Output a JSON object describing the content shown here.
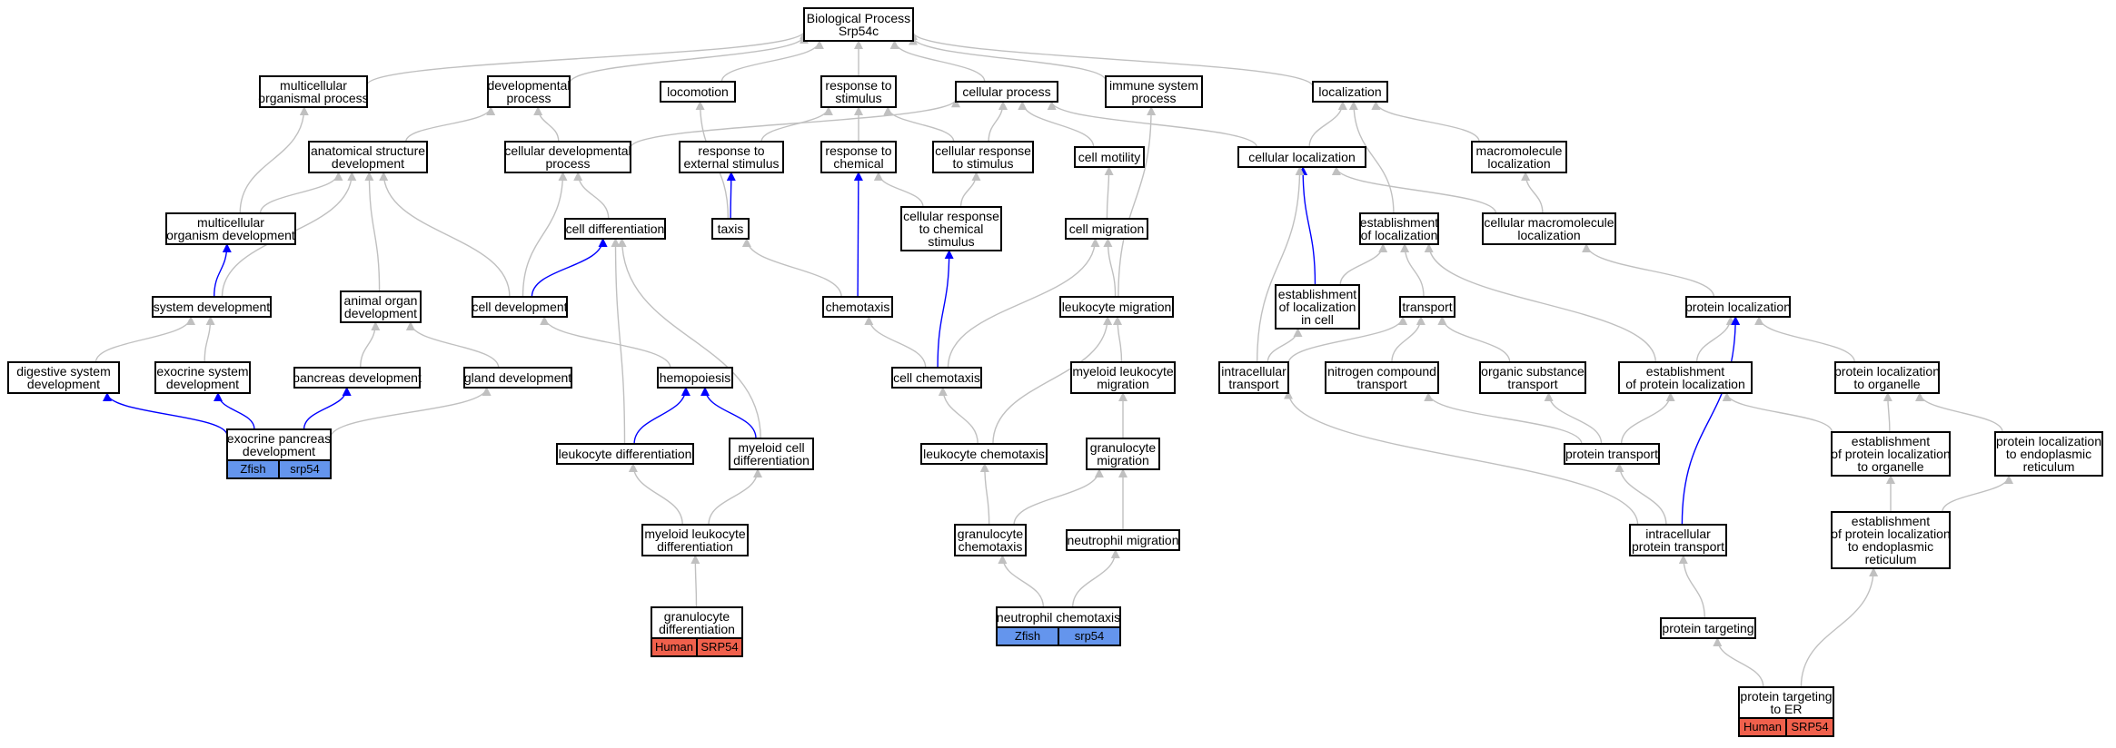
{
  "colors": {
    "is_a_edge": "#c0c0c0",
    "annotation_edge": "#0000ff",
    "zfish_tag": "#6495ed",
    "human_tag": "#f0604c",
    "node_border": "#000000"
  },
  "nodes": {
    "root": [
      "Biological Process",
      "Srp54c"
    ],
    "multicellular_organismal_process": [
      "multicellular",
      "organismal process"
    ],
    "developmental_process": [
      "developmental",
      "process"
    ],
    "locomotion": [
      "locomotion"
    ],
    "response_to_stimulus": [
      "response to",
      "stimulus"
    ],
    "cellular_process": [
      "cellular process"
    ],
    "immune_system_process": [
      "immune system",
      "process"
    ],
    "localization": [
      "localization"
    ],
    "anatomical_structure_development": [
      "anatomical structure",
      "development"
    ],
    "cellular_developmental_process": [
      "cellular developmental",
      "process"
    ],
    "response_to_external_stimulus": [
      "response to",
      "external stimulus"
    ],
    "response_to_chemical": [
      "response to",
      "chemical"
    ],
    "cellular_response_to_stimulus": [
      "cellular response",
      "to stimulus"
    ],
    "cell_motility": [
      "cell motility"
    ],
    "cellular_localization": [
      "cellular localization"
    ],
    "macromolecule_localization": [
      "macromolecule",
      "localization"
    ],
    "multicellular_organism_development": [
      "multicellular",
      "organism development"
    ],
    "cell_differentiation": [
      "cell differentiation"
    ],
    "taxis": [
      "taxis"
    ],
    "cellular_response_to_chemical_stimulus": [
      "cellular response",
      "to chemical",
      "stimulus"
    ],
    "cell_migration": [
      "cell migration"
    ],
    "establishment_of_localization": [
      "establishment",
      "of localization"
    ],
    "cellular_macromolecule_localization": [
      "cellular macromolecule",
      "localization"
    ],
    "system_development": [
      "system development"
    ],
    "animal_organ_development": [
      "animal organ",
      "development"
    ],
    "cell_development": [
      "cell development"
    ],
    "chemotaxis": [
      "chemotaxis"
    ],
    "leukocyte_migration": [
      "leukocyte migration"
    ],
    "establishment_of_localization_in_cell": [
      "establishment",
      "of localization",
      "in cell"
    ],
    "transport": [
      "transport"
    ],
    "protein_localization": [
      "protein localization"
    ],
    "digestive_system_development": [
      "digestive system",
      "development"
    ],
    "exocrine_system_development": [
      "exocrine system",
      "development"
    ],
    "pancreas_development": [
      "pancreas development"
    ],
    "gland_development": [
      "gland development"
    ],
    "hemopoiesis": [
      "hemopoiesis"
    ],
    "cell_chemotaxis": [
      "cell chemotaxis"
    ],
    "myeloid_leukocyte_migration": [
      "myeloid leukocyte",
      "migration"
    ],
    "intracellular_transport": [
      "intracellular",
      "transport"
    ],
    "nitrogen_compound_transport": [
      "nitrogen compound",
      "transport"
    ],
    "organic_substance_transport": [
      "organic substance",
      "transport"
    ],
    "establishment_of_protein_localization": [
      "establishment",
      "of protein localization"
    ],
    "protein_localization_to_organelle": [
      "protein localization",
      "to organelle"
    ],
    "exocrine_pancreas_development": [
      "exocrine pancreas",
      "development"
    ],
    "leukocyte_differentiation": [
      "leukocyte differentiation"
    ],
    "myeloid_cell_differentiation": [
      "myeloid cell",
      "differentiation"
    ],
    "leukocyte_chemotaxis": [
      "leukocyte chemotaxis"
    ],
    "granulocyte_migration": [
      "granulocyte",
      "migration"
    ],
    "protein_transport": [
      "protein transport"
    ],
    "establishment_of_protein_localization_to_organelle": [
      "establishment",
      "of protein localization",
      "to organelle"
    ],
    "protein_localization_to_endoplasmic_reticulum": [
      "protein localization",
      "to endoplasmic",
      "reticulum"
    ],
    "myeloid_leukocyte_differentiation": [
      "myeloid leukocyte",
      "differentiation"
    ],
    "granulocyte_chemotaxis": [
      "granulocyte",
      "chemotaxis"
    ],
    "neutrophil_migration": [
      "neutrophil migration"
    ],
    "intracellular_protein_transport": [
      "intracellular",
      "protein transport"
    ],
    "establishment_of_protein_localization_to_endoplasmic_reticulum": [
      "establishment",
      "of protein localization",
      "to endoplasmic",
      "reticulum"
    ],
    "granulocyte_differentiation": [
      "granulocyte",
      "differentiation"
    ],
    "neutrophil_chemotaxis": [
      "neutrophil chemotaxis"
    ],
    "protein_targeting": [
      "protein targeting"
    ],
    "protein_targeting_to_er": [
      "protein targeting",
      "to ER"
    ]
  },
  "annotations": {
    "exocrine_pancreas_development": {
      "species": "Zfish",
      "gene": "srp54"
    },
    "granulocyte_differentiation": {
      "species": "Human",
      "gene": "SRP54"
    },
    "neutrophil_chemotaxis": {
      "species": "Zfish",
      "gene": "srp54"
    },
    "protein_targeting_to_er": {
      "species": "Human",
      "gene": "SRP54"
    }
  },
  "edges": [
    {
      "child": "multicellular_organismal_process",
      "parent": "root",
      "type": "is_a"
    },
    {
      "child": "developmental_process",
      "parent": "root",
      "type": "is_a"
    },
    {
      "child": "locomotion",
      "parent": "root",
      "type": "is_a"
    },
    {
      "child": "response_to_stimulus",
      "parent": "root",
      "type": "is_a"
    },
    {
      "child": "cellular_process",
      "parent": "root",
      "type": "is_a"
    },
    {
      "child": "immune_system_process",
      "parent": "root",
      "type": "is_a"
    },
    {
      "child": "localization",
      "parent": "root",
      "type": "is_a"
    },
    {
      "child": "anatomical_structure_development",
      "parent": "developmental_process",
      "type": "is_a"
    },
    {
      "child": "cellular_developmental_process",
      "parent": "developmental_process",
      "type": "is_a"
    },
    {
      "child": "cellular_developmental_process",
      "parent": "cellular_process",
      "type": "is_a"
    },
    {
      "child": "response_to_external_stimulus",
      "parent": "response_to_stimulus",
      "type": "is_a"
    },
    {
      "child": "response_to_chemical",
      "parent": "response_to_stimulus",
      "type": "is_a"
    },
    {
      "child": "cellular_response_to_stimulus",
      "parent": "response_to_stimulus",
      "type": "is_a"
    },
    {
      "child": "cellular_response_to_stimulus",
      "parent": "cellular_process",
      "type": "is_a"
    },
    {
      "child": "cell_motility",
      "parent": "cellular_process",
      "type": "is_a"
    },
    {
      "child": "cellular_localization",
      "parent": "cellular_process",
      "type": "is_a"
    },
    {
      "child": "cellular_localization",
      "parent": "localization",
      "type": "is_a"
    },
    {
      "child": "macromolecule_localization",
      "parent": "localization",
      "type": "is_a"
    },
    {
      "child": "multicellular_organism_development",
      "parent": "multicellular_organismal_process",
      "type": "is_a"
    },
    {
      "child": "multicellular_organism_development",
      "parent": "anatomical_structure_development",
      "type": "is_a"
    },
    {
      "child": "cell_differentiation",
      "parent": "cellular_developmental_process",
      "type": "is_a"
    },
    {
      "child": "taxis",
      "parent": "locomotion",
      "type": "is_a"
    },
    {
      "child": "taxis",
      "parent": "response_to_external_stimulus",
      "type": "annotated"
    },
    {
      "child": "cellular_response_to_chemical_stimulus",
      "parent": "response_to_chemical",
      "type": "is_a"
    },
    {
      "child": "cellular_response_to_chemical_stimulus",
      "parent": "cellular_response_to_stimulus",
      "type": "is_a"
    },
    {
      "child": "cell_migration",
      "parent": "cell_motility",
      "type": "is_a"
    },
    {
      "child": "establishment_of_localization",
      "parent": "localization",
      "type": "is_a"
    },
    {
      "child": "cellular_macromolecule_localization",
      "parent": "cellular_localization",
      "type": "is_a"
    },
    {
      "child": "cellular_macromolecule_localization",
      "parent": "macromolecule_localization",
      "type": "is_a"
    },
    {
      "child": "system_development",
      "parent": "multicellular_organism_development",
      "type": "annotated"
    },
    {
      "child": "system_development",
      "parent": "anatomical_structure_development",
      "type": "is_a"
    },
    {
      "child": "animal_organ_development",
      "parent": "anatomical_structure_development",
      "type": "is_a"
    },
    {
      "child": "cell_development",
      "parent": "anatomical_structure_development",
      "type": "is_a"
    },
    {
      "child": "cell_development",
      "parent": "cellular_developmental_process",
      "type": "is_a"
    },
    {
      "child": "cell_development",
      "parent": "cell_differentiation",
      "type": "annotated"
    },
    {
      "child": "chemotaxis",
      "parent": "taxis",
      "type": "is_a"
    },
    {
      "child": "chemotaxis",
      "parent": "response_to_chemical",
      "type": "annotated"
    },
    {
      "child": "leukocyte_migration",
      "parent": "immune_system_process",
      "type": "is_a"
    },
    {
      "child": "leukocyte_migration",
      "parent": "cell_migration",
      "type": "is_a"
    },
    {
      "child": "establishment_of_localization_in_cell",
      "parent": "cellular_localization",
      "type": "annotated"
    },
    {
      "child": "establishment_of_localization_in_cell",
      "parent": "establishment_of_localization",
      "type": "is_a"
    },
    {
      "child": "transport",
      "parent": "establishment_of_localization",
      "type": "is_a"
    },
    {
      "child": "protein_localization",
      "parent": "cellular_macromolecule_localization",
      "type": "is_a"
    },
    {
      "child": "digestive_system_development",
      "parent": "system_development",
      "type": "is_a"
    },
    {
      "child": "exocrine_system_development",
      "parent": "system_development",
      "type": "is_a"
    },
    {
      "child": "pancreas_development",
      "parent": "animal_organ_development",
      "type": "is_a"
    },
    {
      "child": "gland_development",
      "parent": "animal_organ_development",
      "type": "is_a"
    },
    {
      "child": "hemopoiesis",
      "parent": "cell_development",
      "type": "is_a"
    },
    {
      "child": "cell_chemotaxis",
      "parent": "chemotaxis",
      "type": "is_a"
    },
    {
      "child": "cell_chemotaxis",
      "parent": "cellular_response_to_chemical_stimulus",
      "type": "annotated"
    },
    {
      "child": "cell_chemotaxis",
      "parent": "cell_migration",
      "type": "is_a"
    },
    {
      "child": "myeloid_leukocyte_migration",
      "parent": "leukocyte_migration",
      "type": "is_a"
    },
    {
      "child": "intracellular_transport",
      "parent": "cellular_localization",
      "type": "is_a"
    },
    {
      "child": "intracellular_transport",
      "parent": "establishment_of_localization_in_cell",
      "type": "is_a"
    },
    {
      "child": "intracellular_transport",
      "parent": "transport",
      "type": "is_a"
    },
    {
      "child": "nitrogen_compound_transport",
      "parent": "transport",
      "type": "is_a"
    },
    {
      "child": "organic_substance_transport",
      "parent": "transport",
      "type": "is_a"
    },
    {
      "child": "establishment_of_protein_localization",
      "parent": "establishment_of_localization",
      "type": "is_a"
    },
    {
      "child": "establishment_of_protein_localization",
      "parent": "protein_localization",
      "type": "is_a"
    },
    {
      "child": "protein_localization_to_organelle",
      "parent": "protein_localization",
      "type": "is_a"
    },
    {
      "child": "exocrine_pancreas_development",
      "parent": "digestive_system_development",
      "type": "annotated"
    },
    {
      "child": "exocrine_pancreas_development",
      "parent": "exocrine_system_development",
      "type": "annotated"
    },
    {
      "child": "exocrine_pancreas_development",
      "parent": "pancreas_development",
      "type": "annotated"
    },
    {
      "child": "exocrine_pancreas_development",
      "parent": "gland_development",
      "type": "is_a"
    },
    {
      "child": "leukocyte_differentiation",
      "parent": "cell_differentiation",
      "type": "is_a"
    },
    {
      "child": "leukocyte_differentiation",
      "parent": "hemopoiesis",
      "type": "annotated"
    },
    {
      "child": "myeloid_cell_differentiation",
      "parent": "cell_differentiation",
      "type": "is_a"
    },
    {
      "child": "myeloid_cell_differentiation",
      "parent": "hemopoiesis",
      "type": "annotated"
    },
    {
      "child": "leukocyte_chemotaxis",
      "parent": "cell_chemotaxis",
      "type": "is_a"
    },
    {
      "child": "leukocyte_chemotaxis",
      "parent": "leukocyte_migration",
      "type": "is_a"
    },
    {
      "child": "granulocyte_migration",
      "parent": "myeloid_leukocyte_migration",
      "type": "is_a"
    },
    {
      "child": "protein_transport",
      "parent": "nitrogen_compound_transport",
      "type": "is_a"
    },
    {
      "child": "protein_transport",
      "parent": "organic_substance_transport",
      "type": "is_a"
    },
    {
      "child": "protein_transport",
      "parent": "establishment_of_protein_localization",
      "type": "is_a"
    },
    {
      "child": "establishment_of_protein_localization_to_organelle",
      "parent": "establishment_of_protein_localization",
      "type": "is_a"
    },
    {
      "child": "establishment_of_protein_localization_to_organelle",
      "parent": "protein_localization_to_organelle",
      "type": "is_a"
    },
    {
      "child": "protein_localization_to_endoplasmic_reticulum",
      "parent": "protein_localization_to_organelle",
      "type": "is_a"
    },
    {
      "child": "myeloid_leukocyte_differentiation",
      "parent": "leukocyte_differentiation",
      "type": "is_a"
    },
    {
      "child": "myeloid_leukocyte_differentiation",
      "parent": "myeloid_cell_differentiation",
      "type": "is_a"
    },
    {
      "child": "granulocyte_chemotaxis",
      "parent": "leukocyte_chemotaxis",
      "type": "is_a"
    },
    {
      "child": "granulocyte_chemotaxis",
      "parent": "granulocyte_migration",
      "type": "is_a"
    },
    {
      "child": "neutrophil_migration",
      "parent": "granulocyte_migration",
      "type": "is_a"
    },
    {
      "child": "intracellular_protein_transport",
      "parent": "intracellular_transport",
      "type": "is_a"
    },
    {
      "child": "intracellular_protein_transport",
      "parent": "protein_transport",
      "type": "is_a"
    },
    {
      "child": "intracellular_protein_transport",
      "parent": "protein_localization",
      "type": "annotated"
    },
    {
      "child": "establishment_of_protein_localization_to_endoplasmic_reticulum",
      "parent": "establishment_of_protein_localization_to_organelle",
      "type": "is_a"
    },
    {
      "child": "establishment_of_protein_localization_to_endoplasmic_reticulum",
      "parent": "protein_localization_to_endoplasmic_reticulum",
      "type": "is_a"
    },
    {
      "child": "granulocyte_differentiation",
      "parent": "myeloid_leukocyte_differentiation",
      "type": "is_a"
    },
    {
      "child": "neutrophil_chemotaxis",
      "parent": "granulocyte_chemotaxis",
      "type": "is_a"
    },
    {
      "child": "neutrophil_chemotaxis",
      "parent": "neutrophil_migration",
      "type": "is_a"
    },
    {
      "child": "protein_targeting",
      "parent": "intracellular_protein_transport",
      "type": "is_a"
    },
    {
      "child": "protein_targeting_to_er",
      "parent": "protein_targeting",
      "type": "is_a"
    },
    {
      "child": "protein_targeting_to_er",
      "parent": "establishment_of_protein_localization_to_endoplasmic_reticulum",
      "type": "is_a"
    }
  ]
}
